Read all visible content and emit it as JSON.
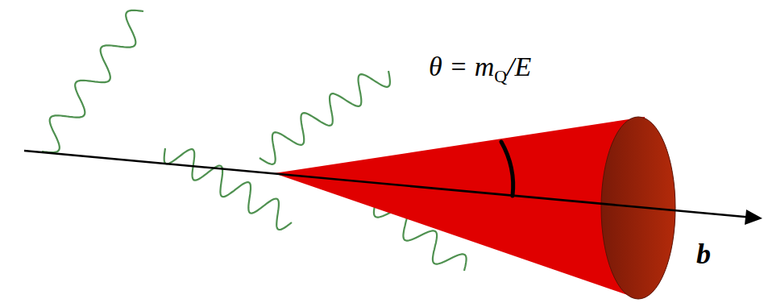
{
  "diagram": {
    "labels": [
      "θ = m",
      "Q",
      "/E",
      "b"
    ]
  }
}
